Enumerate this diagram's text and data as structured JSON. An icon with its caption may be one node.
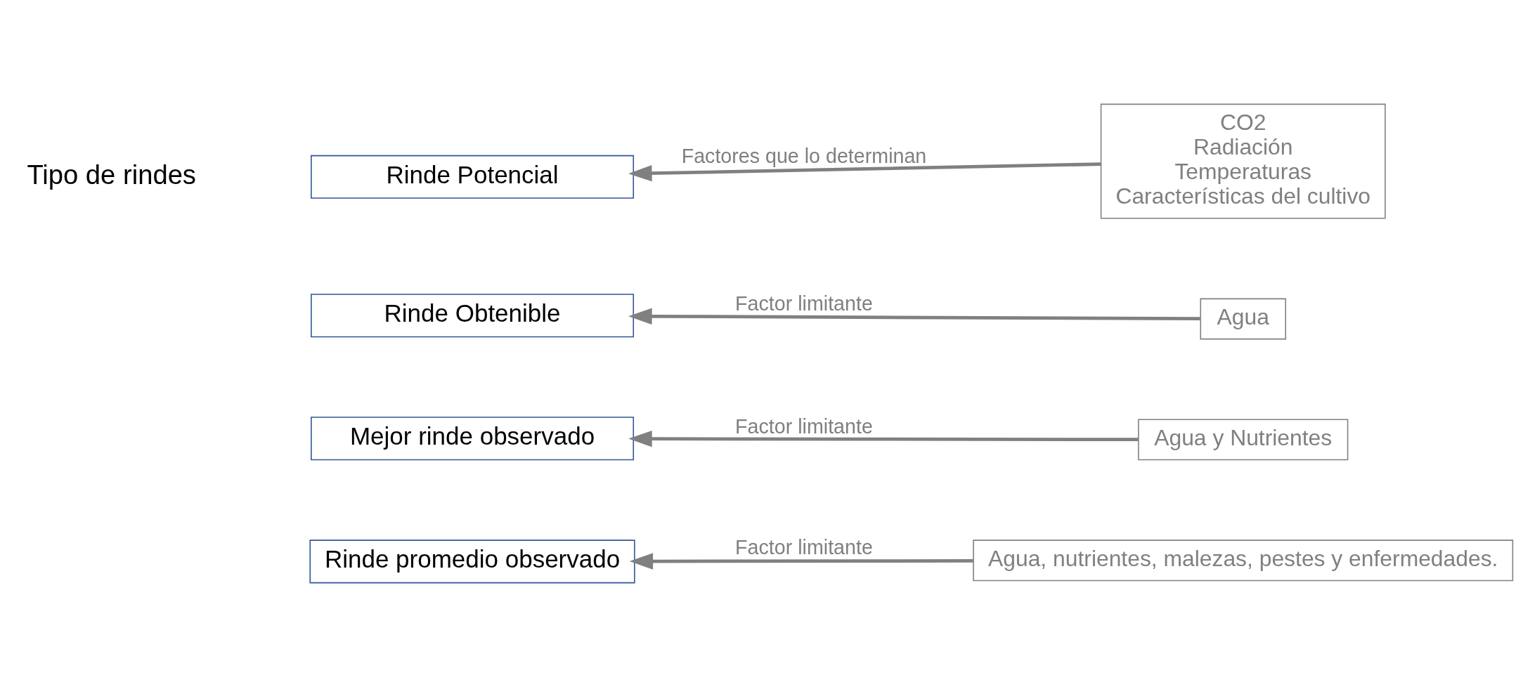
{
  "diagram": {
    "nodes": [
      {
        "text": [
          "Rinde Potencial"
        ]
      },
      {
        "text": [
          "Rinde Obtenible"
        ]
      },
      {
        "text": [
          "Mejor rinde observado"
        ]
      },
      {
        "text": [
          "Rinde promedio observado"
        ]
      },
      {
        "text": [
          "CO2",
          "Radiación",
          "Temperaturas",
          "Características del cultivo"
        ]
      },
      {
        "text": [
          "Agua"
        ]
      },
      {
        "text": [
          "Agua y Nutrientes"
        ]
      },
      {
        "text": [
          "Agua, nutrientes, malezas, pestes y enfermedades."
        ]
      }
    ],
    "edges": [
      {
        "from": 4,
        "to": 0,
        "arrow": "to",
        "label": "Factores que lo determinan"
      },
      {
        "from": 5,
        "to": 1,
        "arrow": "to",
        "label": "Factor limitante"
      },
      {
        "from": 6,
        "to": 2,
        "arrow": "to",
        "label": "Factor limitante"
      },
      {
        "from": 7,
        "to": 3,
        "arrow": "to",
        "label": "Factor limitante"
      }
    ],
    "labels": [
      "Tipo de rindes"
    ]
  }
}
